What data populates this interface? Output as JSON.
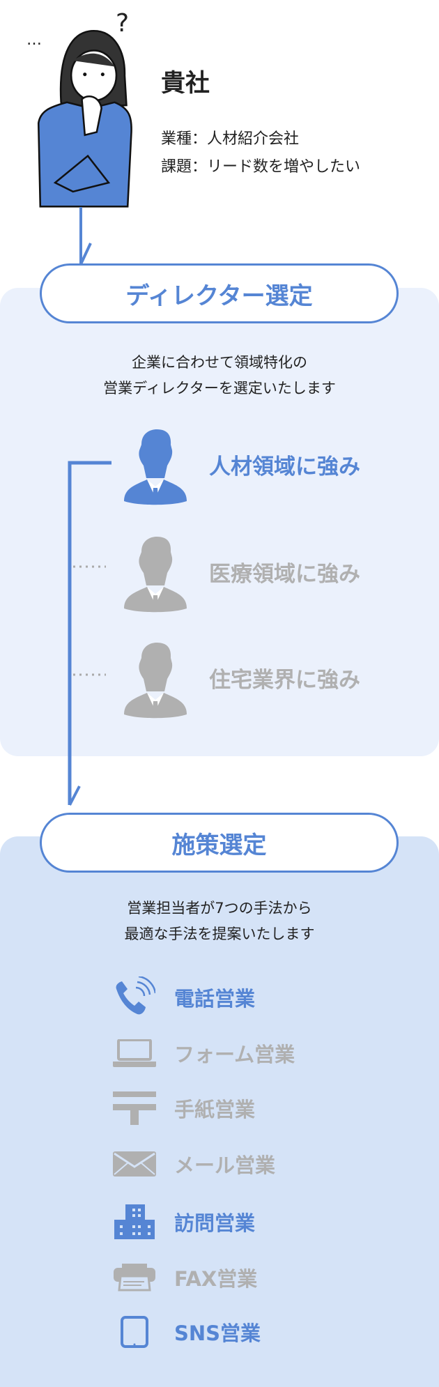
{
  "company": {
    "title": "貴社",
    "industry": "業種：人材紹介会社",
    "issue": "課題：リード数を増やしたい",
    "thought_dots": "…",
    "question": "?"
  },
  "step1": {
    "title": "ディレクター選定",
    "desc": [
      "企業に合わせて領域特化の",
      "営業ディレクターを選定いたします"
    ],
    "directors": [
      {
        "label": "人材領域に強み",
        "selected": true
      },
      {
        "label": "医療領域に強み",
        "selected": false
      },
      {
        "label": "住宅業界に強み",
        "selected": false
      }
    ]
  },
  "step2": {
    "title": "施策選定",
    "desc": [
      "営業担当者が7つの手法から",
      "最適な手法を提案いたします"
    ],
    "methods": [
      {
        "label": "電話営業",
        "icon": "phone-icon",
        "selected": true
      },
      {
        "label": "フォーム営業",
        "icon": "laptop-icon",
        "selected": false
      },
      {
        "label": "手紙営業",
        "icon": "postal-mark-icon",
        "selected": false
      },
      {
        "label": "メール営業",
        "icon": "envelope-icon",
        "selected": false
      },
      {
        "label": "訪問営業",
        "icon": "building-icon",
        "selected": true
      },
      {
        "label": "FAX営業",
        "icon": "fax-icon",
        "selected": false
      },
      {
        "label": "SNS営業",
        "icon": "smartphone-icon",
        "selected": true
      }
    ]
  },
  "colors": {
    "accent": "#5585d4",
    "inactive": "#b0b0b0",
    "bg1": "#ebf1fc",
    "bg2": "#d5e3f7"
  }
}
